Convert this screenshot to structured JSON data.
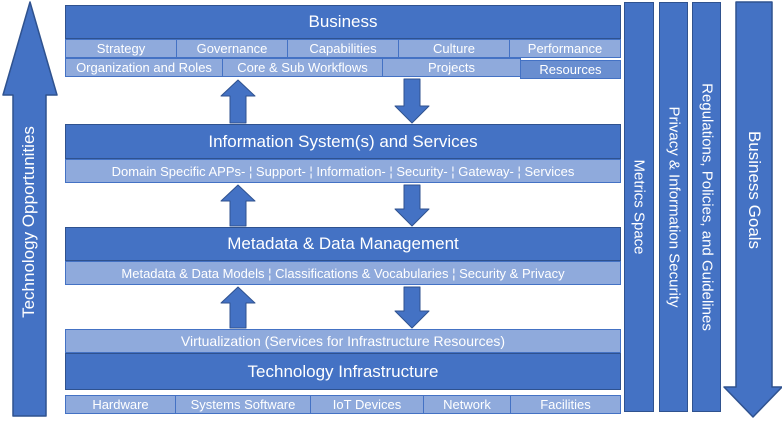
{
  "diagram": {
    "left_arrow_label": "Technology Opportunities",
    "right_arrow_label": "Business Goals",
    "side_bars": [
      {
        "label": "Metrics Space"
      },
      {
        "label": "Privacy & Information Security"
      },
      {
        "label": "Regulations, Policies, and Guidelines"
      }
    ],
    "layers": {
      "business": {
        "title": "Business",
        "row1": [
          "Strategy",
          "Governance",
          "Capabilities",
          "Culture",
          "Performance"
        ],
        "row2": [
          "Organization and Roles",
          "Core & Sub Workflows",
          "Projects",
          "Resources"
        ]
      },
      "information": {
        "title": "Information System(s) and Services",
        "subrow": "Domain Specific APPs- ¦ Support- ¦ Information- ¦ Security- ¦ Gateway- ¦ Services"
      },
      "metadata": {
        "title": "Metadata & Data Management",
        "subrow": "Metadata & Data Models ¦ Classifications & Vocabularies ¦ Security & Privacy"
      },
      "virtualization": {
        "title": "Virtualization (Services for Infrastructure Resources)"
      },
      "technology": {
        "title": "Technology Infrastructure",
        "row": [
          "Hardware",
          "Systems Software",
          "IoT Devices",
          "Network",
          "Facilities"
        ]
      }
    },
    "colors": {
      "dark_blue": "#4472C4",
      "light_blue": "#8FAADC",
      "medium_blue": "#698ED0",
      "border_dark": "#2F528F",
      "text": "#FFFFFF"
    }
  }
}
